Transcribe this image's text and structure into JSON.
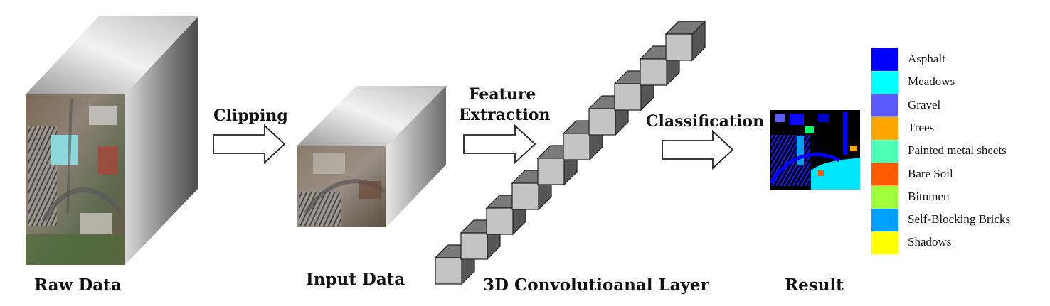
{
  "stages": {
    "raw": "Raw Data",
    "input": "Input Data",
    "conv": "3D Convolutioanal Layer",
    "result": "Result"
  },
  "steps": {
    "clipping": "Clipping",
    "feature_line1": "Feature",
    "feature_line2": "Extraction",
    "classification": "Classification"
  },
  "legend": [
    {
      "label": "Asphalt",
      "color": "#0000ff"
    },
    {
      "label": "Meadows",
      "color": "#00ffff"
    },
    {
      "label": "Gravel",
      "color": "#5a5aff"
    },
    {
      "label": "Trees",
      "color": "#ffa500"
    },
    {
      "label": "Painted metal sheets",
      "color": "#4dffb4"
    },
    {
      "label": "Bare Soil",
      "color": "#ff5a00"
    },
    {
      "label": "Bitumen",
      "color": "#a0ff3c"
    },
    {
      "label": "Self-Blocking Bricks",
      "color": "#00a0ff"
    },
    {
      "label": "Shadows",
      "color": "#ffff00"
    }
  ],
  "icons": {
    "arrow": "outline-right-arrow-icon",
    "cube": "data-cube",
    "kernel": "grey-kernel-cube"
  }
}
